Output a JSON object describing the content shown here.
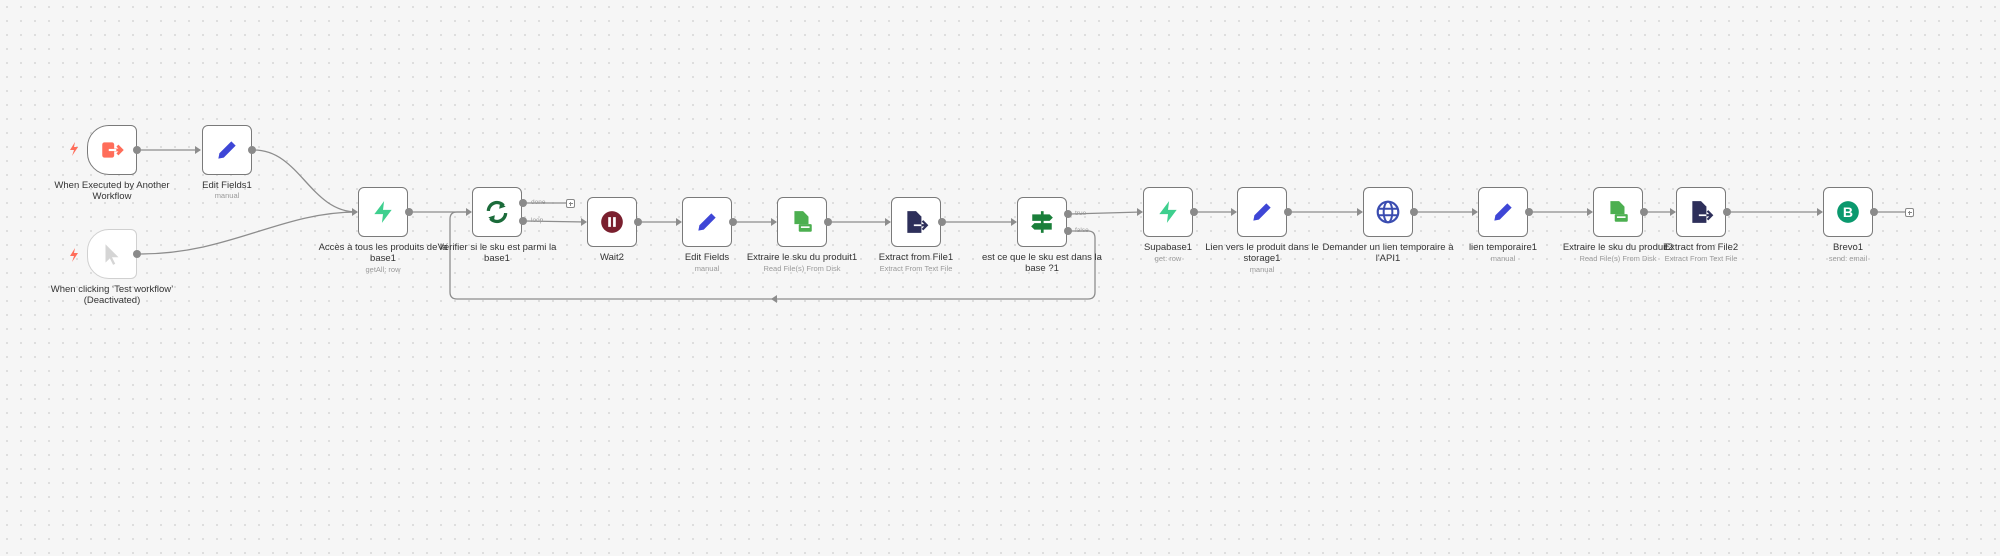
{
  "nodes": {
    "exec_trigger": {
      "label": "When Executed by Another Workflow"
    },
    "test_trigger": {
      "label": "When clicking ‘Test workflow’ (Deactivated)"
    },
    "edit_fields1": {
      "label": "Edit Fields1",
      "sub": "manual"
    },
    "acces_produits": {
      "label": "Accès à tous les produits de la base1",
      "sub": "getAll: row"
    },
    "verifier_sku": {
      "label": "Vérifier si le sku est parmi la base1",
      "out_done": "done",
      "out_loop": "loop"
    },
    "wait2": {
      "label": "Wait2"
    },
    "edit_fields": {
      "label": "Edit Fields",
      "sub": "manual"
    },
    "extraire_sku1": {
      "label": "Extraire le sku du produit1",
      "sub": "Read File(s) From Disk"
    },
    "extract_file1": {
      "label": "Extract from File1",
      "sub": "Extract From Text File"
    },
    "est_ce_que": {
      "label": "est ce que le sku est dans la base ?1",
      "out_true": "true",
      "out_false": "false"
    },
    "supabase1": {
      "label": "Supabase1",
      "sub": "get: row"
    },
    "lien_produit": {
      "label": "Lien vers le produit dans le storage1",
      "sub": "manual"
    },
    "demander_lien": {
      "label": "Demander un lien temporaire à l'API1"
    },
    "lien_temporaire1": {
      "label": "lien temporaire1",
      "sub": "manual"
    },
    "extraire_sku2": {
      "label": "Extraire le sku du produit2",
      "sub": "Read File(s) From Disk"
    },
    "extract_file2": {
      "label": "Extract from File2",
      "sub": "Extract From Text File"
    },
    "brevo1": {
      "label": "Brevo1",
      "sub": "send: email"
    }
  },
  "colors": {
    "trigger": "#ff6d5a",
    "edit": "#3e46d6",
    "supabase": "#3ecf8e",
    "loop": "#1b6b3a",
    "wait": "#7a1f2e",
    "file": "#4caf50",
    "extract": "#2d2f5a",
    "if": "#1a7f3a",
    "http": "#3a4cb0",
    "brevo": "#0b996e"
  }
}
